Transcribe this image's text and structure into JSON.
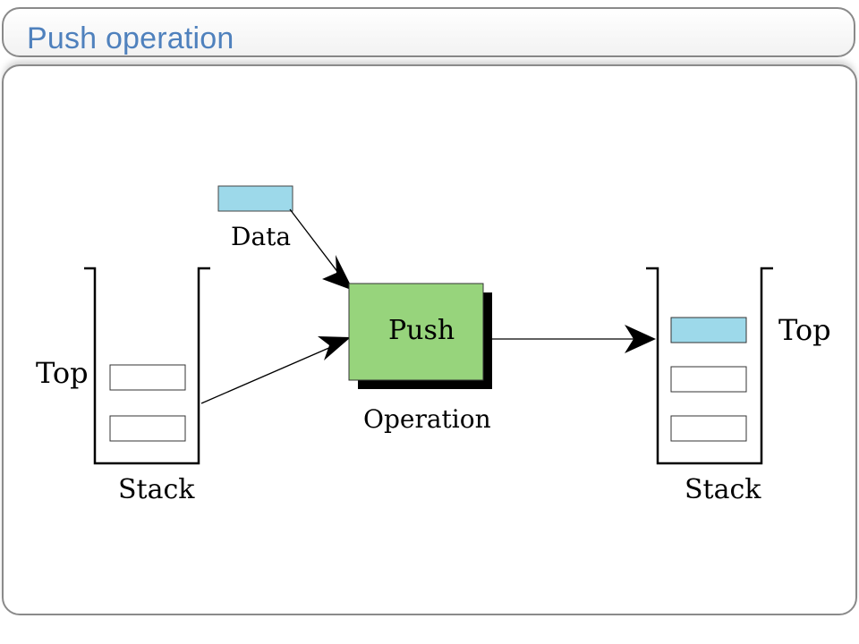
{
  "slide": {
    "title": "Push operation"
  },
  "diagram": {
    "data_label": "Data",
    "operation_box_label": "Push",
    "operation_label": "Operation",
    "left_stack": {
      "label": "Stack",
      "top_label": "Top"
    },
    "right_stack": {
      "label": "Stack",
      "top_label": "Top"
    }
  },
  "colors": {
    "title": "#4f81bd",
    "data_fill": "#9dd9ea",
    "push_fill": "#97d47c",
    "shadow": "#000000"
  }
}
